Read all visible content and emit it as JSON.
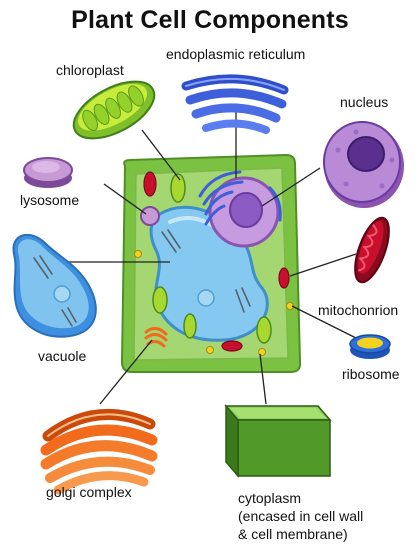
{
  "title": "Plant Cell Components",
  "labels": {
    "chloroplast": "chloroplast",
    "er": "endoplasmic reticulum",
    "nucleus": "nucleus",
    "lysosome": "lysosome",
    "vacuole": "vacuole",
    "mitochondrion": "mitochonrion",
    "ribosome": "ribosome",
    "golgi": "golgi complex",
    "cytoplasm_1": "cytoplasm",
    "cytoplasm_2": "(encased in cell wall",
    "cytoplasm_3": "& cell membrane)"
  },
  "colors": {
    "cell_wall": "#7cc242",
    "cytoplasm": "#9ed36a",
    "vacuole": "#7fc3ee",
    "nucleus": "#b98ad6",
    "er": "#3d5fd9",
    "chloroplast": "#a8d830",
    "mitochondrion": "#c8102e",
    "golgi": "#f26a1b",
    "ribosome": "#f5d21e",
    "lysosome": "#a36cc0"
  }
}
